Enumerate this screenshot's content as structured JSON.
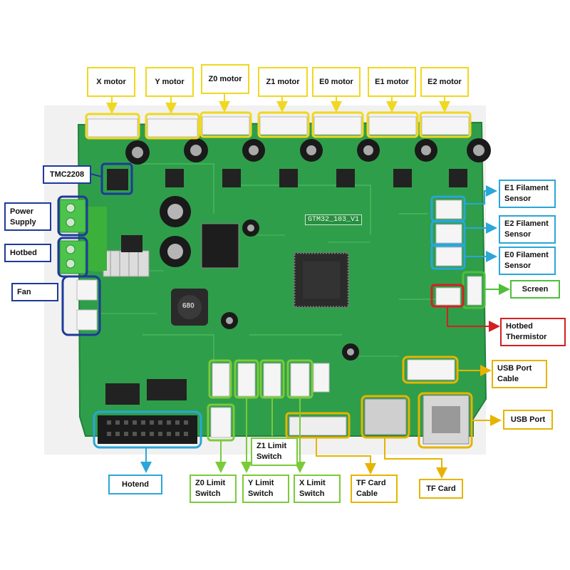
{
  "labels": {
    "x_motor": "X motor",
    "y_motor": "Y motor",
    "z0_motor": "Z0 motor",
    "z1_motor": "Z1 motor",
    "e0_motor": "E0 motor",
    "e1_motor": "E1 motor",
    "e2_motor": "E2 motor",
    "tmc2208": "TMC2208",
    "power_supply_1": "Power",
    "power_supply_2": "Supply",
    "hotbed": "Hotbed",
    "fan": "Fan",
    "e1_filament_1": "E1 Filament",
    "e1_filament_2": "Sensor",
    "e2_filament_1": "E2 Filament",
    "e2_filament_2": "Sensor",
    "e0_filament_1": "E0 Filament",
    "e0_filament_2": "Sensor",
    "screen": "Screen",
    "hotbed_thermistor_1": "Hotbed",
    "hotbed_thermistor_2": "Thermistor",
    "usb_cable_1": "USB Port",
    "usb_cable_2": "Cable",
    "usb_port": "USB Port",
    "hotend": "Hotend",
    "z0_limit_1": "Z0 Limit",
    "z0_limit_2": "Switch",
    "y_limit_1": "Y Limit",
    "y_limit_2": "Switch",
    "z1_limit_1": "Z1 Limit",
    "z1_limit_2": "Switch",
    "x_limit_1": "X Limit",
    "x_limit_2": "Switch",
    "tf_cable_1": "TF Card",
    "tf_cable_2": "Cable",
    "tf_card": "TF Card"
  },
  "board": {
    "silkscreen": "GTM32_103_V1",
    "inductor_text": "680"
  },
  "colors": {
    "motor": "#f0d820",
    "power": "#1e3a9a",
    "sensor": "#2aa6d8",
    "screen": "#4fbf3a",
    "thermistor": "#d42020",
    "usb_tf": "#e6b400",
    "limit": "#7acb3a",
    "pcb": "#2f9e4a"
  }
}
